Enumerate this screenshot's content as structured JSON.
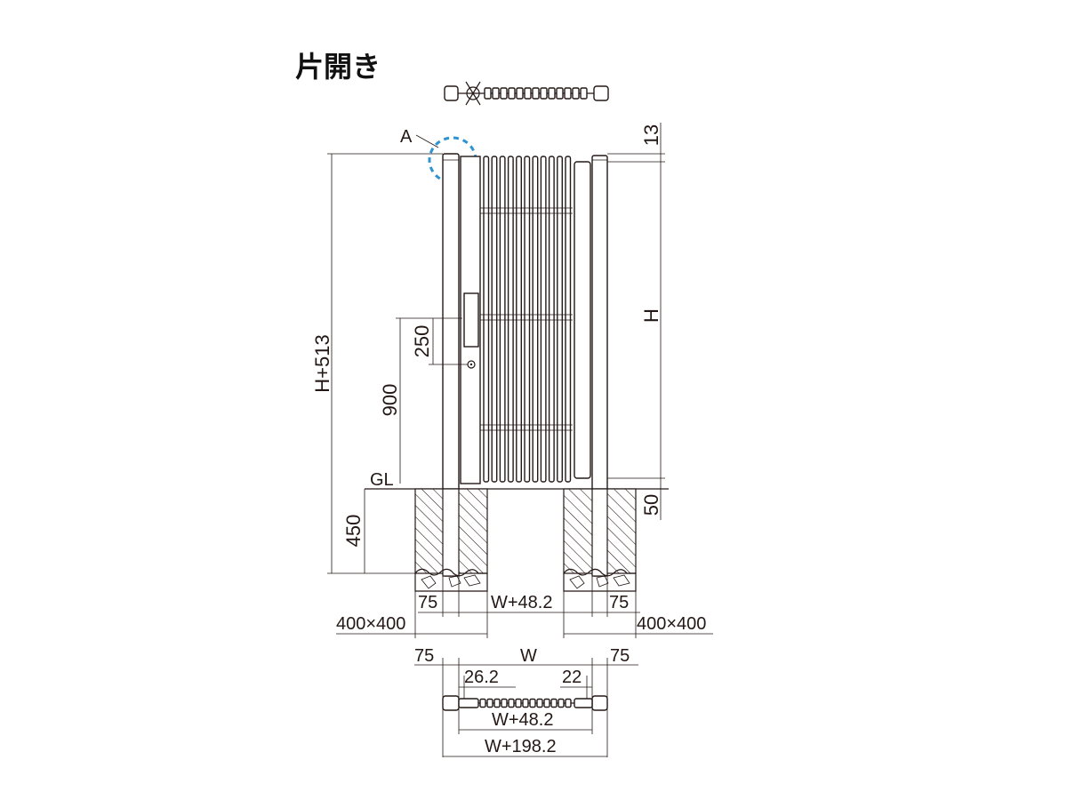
{
  "title": "片開き",
  "callout_label": "A",
  "colors": {
    "line": "#231815",
    "accent": "#2f93cf",
    "background": "#ffffff"
  },
  "dimensions": {
    "top_clearance": "13",
    "overall_height": "H+513",
    "gate_height": "H",
    "handle_length": "250",
    "handle_height": "900",
    "ground_gap": "50",
    "ground_label": "GL",
    "foundation_depth": "450",
    "post_width_left": "75",
    "post_width_right": "75",
    "opening_front": "W+48.2",
    "foundation_left": "400×400",
    "foundation_right": "400×400",
    "plan_post_left": "75",
    "plan_post_right": "75",
    "plan_width": "W",
    "plan_left_offset": "26.2",
    "plan_right_offset": "22",
    "plan_inner_width": "W+48.2",
    "plan_overall_width": "W+198.2"
  }
}
